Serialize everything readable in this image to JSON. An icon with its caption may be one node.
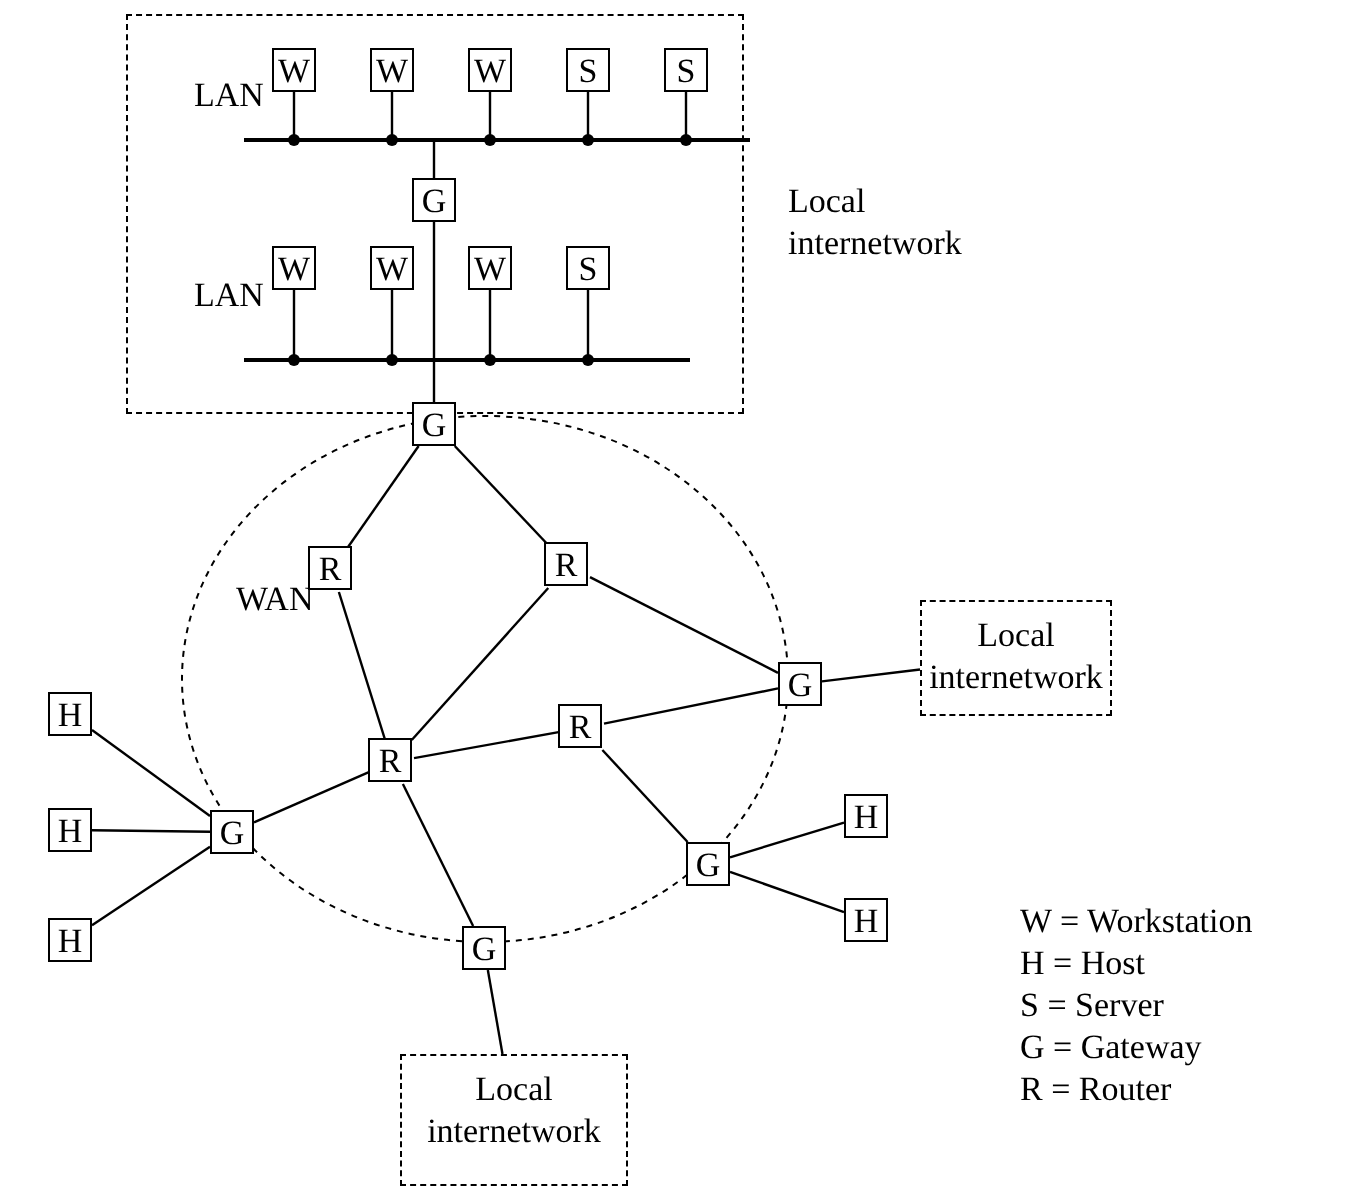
{
  "diagram": {
    "nodes": [
      {
        "text": [],
        "shape": "box",
        "beside": [
          "Local internetwork"
        ]
      },
      {
        "text": [
          "W"
        ],
        "in": 0
      },
      {
        "text": [
          "W"
        ],
        "in": 0
      },
      {
        "text": [
          "W"
        ],
        "in": 0
      },
      {
        "text": [
          "S"
        ],
        "in": 0
      },
      {
        "text": [
          "S"
        ],
        "in": 0
      },
      {
        "text": [],
        "shape": "bar",
        "in": 0
      },
      {
        "text": [
          "G"
        ],
        "in": 0
      },
      {
        "text": [
          "W"
        ],
        "in": 0
      },
      {
        "text": [
          "W"
        ],
        "in": 0
      },
      {
        "text": [
          "W"
        ],
        "in": 0
      },
      {
        "text": [
          "S"
        ],
        "in": 0
      },
      {
        "text": [],
        "shape": "bar",
        "in": 0
      },
      {
        "text": [
          "WAN"
        ]
      },
      {
        "text": [
          "G"
        ]
      },
      {
        "text": [
          "R"
        ],
        "in": 13
      },
      {
        "text": [
          "R"
        ],
        "in": 13
      },
      {
        "text": [
          "G"
        ]
      },
      {
        "text": [
          "Local internetwork"
        ]
      },
      {
        "text": [
          "R"
        ],
        "in": 13
      },
      {
        "text": [
          "R"
        ],
        "in": 13
      },
      {
        "text": [
          "H"
        ]
      },
      {
        "text": [
          "H"
        ]
      },
      {
        "text": [
          "H"
        ]
      },
      {
        "text": [
          "G"
        ]
      },
      {
        "text": [
          "H"
        ]
      },
      {
        "text": [
          "H"
        ]
      },
      {
        "text": [
          "G"
        ]
      },
      {
        "text": [
          "G"
        ]
      },
      {
        "text": [
          "Local internetwork"
        ]
      }
    ],
    "edges": [
      {
        "from": 1,
        "to": 6,
        "arrow": "other"
      },
      {
        "from": 2,
        "to": 6,
        "arrow": "other"
      },
      {
        "from": 3,
        "to": 6,
        "arrow": "other"
      },
      {
        "from": 4,
        "to": 6,
        "arrow": "other"
      },
      {
        "from": 5,
        "to": 6,
        "arrow": "other"
      },
      {
        "from": 7,
        "to": 6,
        "arrow": "none"
      },
      {
        "from": 7,
        "to": 12,
        "arrow": "none"
      },
      {
        "from": 8,
        "to": 12,
        "arrow": "other"
      },
      {
        "from": 9,
        "to": 12,
        "arrow": "other"
      },
      {
        "from": 10,
        "to": 12,
        "arrow": "other"
      },
      {
        "from": 11,
        "to": 12,
        "arrow": "other"
      },
      {
        "from": 12,
        "to": 14,
        "arrow": "none"
      },
      {
        "from": 14,
        "to": 15,
        "arrow": "none"
      },
      {
        "from": 14,
        "to": 16,
        "arrow": "none"
      },
      {
        "from": 15,
        "to": 19,
        "arrow": "none"
      },
      {
        "from": 16,
        "to": 19,
        "arrow": "none"
      },
      {
        "from": 16,
        "to": 17,
        "arrow": "none"
      },
      {
        "from": 17,
        "to": 18,
        "arrow": "none"
      },
      {
        "from": 19,
        "to": 20,
        "arrow": "none"
      },
      {
        "from": 20,
        "to": 17,
        "arrow": "none"
      },
      {
        "from": 19,
        "to": 24,
        "arrow": "none"
      },
      {
        "from": 19,
        "to": 28,
        "arrow": "none"
      },
      {
        "from": 20,
        "to": 27,
        "arrow": "none"
      },
      {
        "from": 24,
        "to": 21,
        "arrow": "none"
      },
      {
        "from": 24,
        "to": 22,
        "arrow": "none"
      },
      {
        "from": 24,
        "to": 23,
        "arrow": "none"
      },
      {
        "from": 27,
        "to": 25,
        "arrow": "none"
      },
      {
        "from": 27,
        "to": 26,
        "arrow": "none"
      },
      {
        "from": 28,
        "to": 29,
        "arrow": "none"
      }
    ],
    "labels": [
      "LAN",
      "LAN",
      "W = Workstation",
      "H = Host",
      "S = Server",
      "G = Gateway",
      "R = Router"
    ]
  }
}
